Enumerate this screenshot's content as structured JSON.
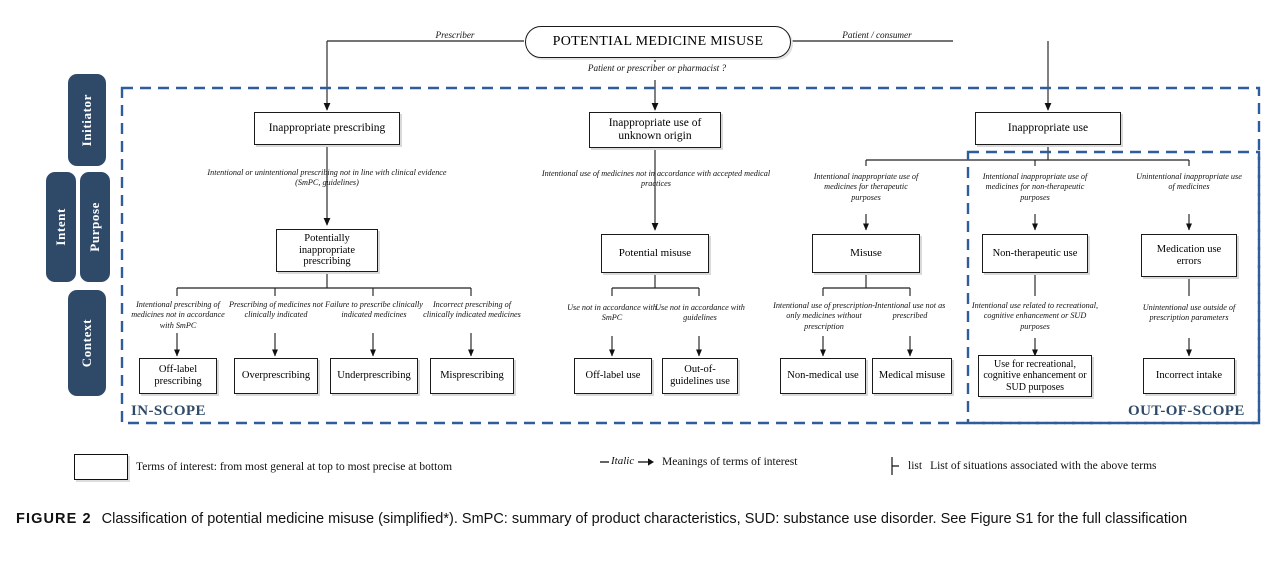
{
  "figure": {
    "label": "FIGURE 2",
    "caption": "Classification of potential medicine misuse (simplified*). SmPC: summary of product characteristics, SUD: substance use disorder. See Figure S1 for the full classification"
  },
  "colors": {
    "pill_fill": "#2f4a68",
    "scope_text": "#2f4a68",
    "dashed_border": "#2f5d99",
    "box_border": "#1a1a1a",
    "box_fill": "#ffffff"
  },
  "sidebar": {
    "items": [
      {
        "label": "Initiator"
      },
      {
        "label": "Intent"
      },
      {
        "label": "Purpose"
      },
      {
        "label": "Context"
      }
    ]
  },
  "scope": {
    "in_label": "IN-SCOPE",
    "out_label": "OUT-OF-SCOPE"
  },
  "root": {
    "title": "POTENTIAL MEDICINE MISUSE",
    "edge_left": "Prescriber",
    "edge_right": "Patient / consumer",
    "edge_middle": "Patient or prescriber or pharmacist ?"
  },
  "branches": [
    {
      "id": "prescribing",
      "top_box": "Inappropriate prescribing",
      "annotation": "Intentional or unintentional prescribing not in line with clinical evidence (SmPC, guidelines)",
      "mid_box": "Potentially inappropriate prescribing",
      "leaves": [
        {
          "annotation": "Intentional prescribing of medicines not in accordance with SmPC",
          "box": "Off-label prescribing"
        },
        {
          "annotation": "Prescribing of medicines not clinically indicated",
          "box": "Overprescribing"
        },
        {
          "annotation": "Failure to prescribe clinically indicated medicines",
          "box": "Underprescribing"
        },
        {
          "annotation": "Incorrect prescribing of clinically indicated medicines",
          "box": "Misprescribing"
        }
      ]
    },
    {
      "id": "unknown-origin",
      "top_box": "Inappropriate use of unknown origin",
      "annotation": "Intentional use of medicines not in accordance with accepted medical practices",
      "mid_box": "Potential misuse",
      "leaves": [
        {
          "annotation": "Use not in accordance with SmPC",
          "box": "Off-label use"
        },
        {
          "annotation": "Use not in accordance with guidelines",
          "box": "Out-of-guidelines use"
        }
      ]
    },
    {
      "id": "inappropriate-use",
      "top_box": "Inappropriate use",
      "sub_branches": [
        {
          "annotation": "Intentional inappropriate use of medicines for therapeutic purposes",
          "mid_box": "Misuse",
          "leaves": [
            {
              "annotation": "Intentional use of prescription-only medicines without prescription",
              "box": "Non-medical use"
            },
            {
              "annotation": "Intentional use not as prescribed",
              "box": "Medical misuse"
            }
          ]
        },
        {
          "annotation": "Intentional inappropriate use of medicines for non-therapeutic purposes",
          "mid_box": "Non-therapeutic use",
          "leaves": [
            {
              "annotation": "Intentional use related to recreational, cognitive enhancement or SUD purposes",
              "box": "Use for recreational, cognitive enhancement or SUD purposes"
            }
          ]
        },
        {
          "annotation": "Unintentional inappropriate use of medicines",
          "mid_box": "Medication use errors",
          "leaves": [
            {
              "annotation": "Unintentional use outside of prescription parameters",
              "box": "Incorrect intake"
            }
          ]
        }
      ]
    }
  ],
  "legend": {
    "items": [
      {
        "icon": "rectangle-swatch",
        "text": "Terms of interest: from most general at top to most precise at bottom"
      },
      {
        "icon": "arrow-italic",
        "prefix": "Italic",
        "text": "Meanings of terms of interest"
      },
      {
        "icon": "bracket-list",
        "prefix": "list",
        "text": "List of situations associated with the above terms"
      }
    ]
  }
}
